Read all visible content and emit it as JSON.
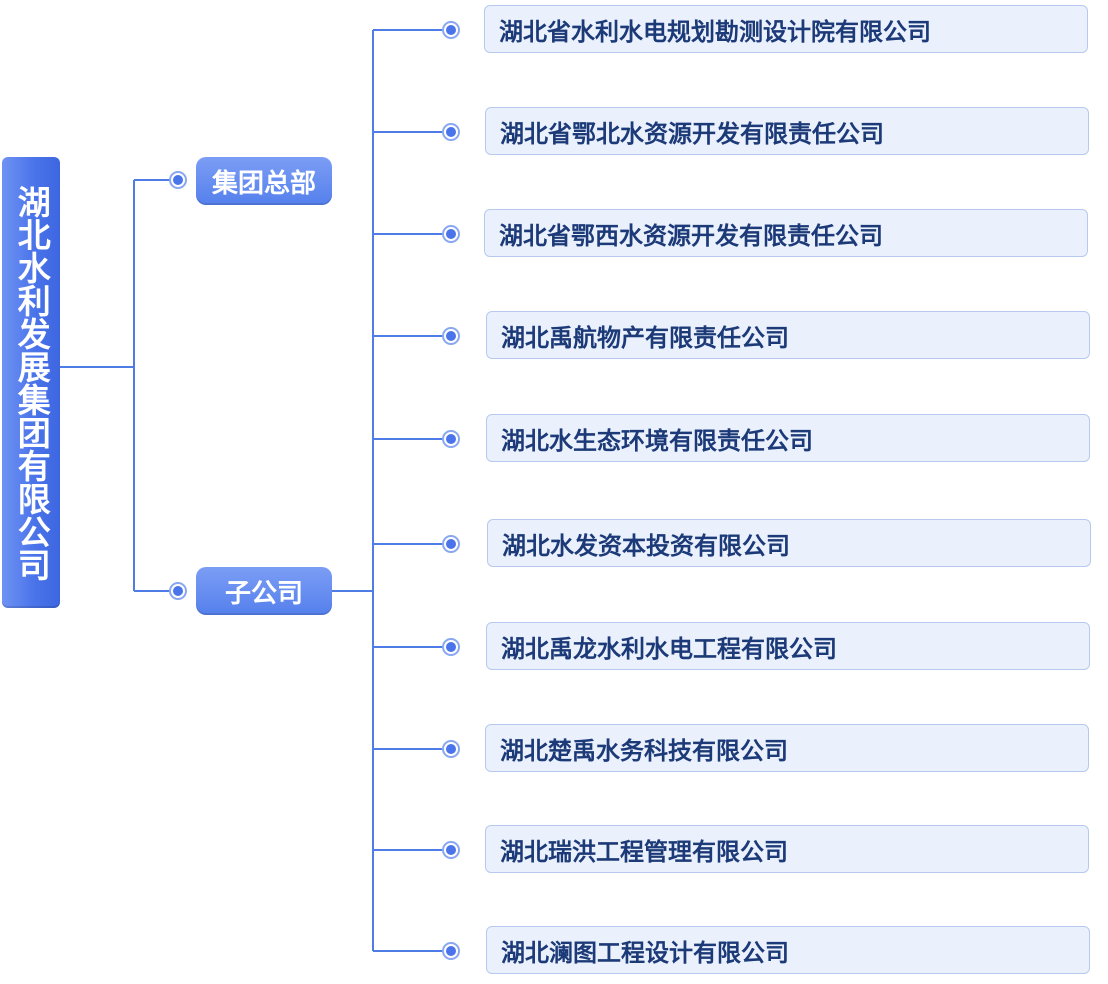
{
  "root": {
    "label": "湖北水利发展集团有限公司"
  },
  "branches": [
    {
      "label": "集团总部"
    },
    {
      "label": "子公司"
    }
  ],
  "subsidiaries": [
    "湖北省水利水电规划勘测设计院有限公司",
    "湖北省鄂北水资源开发有限责任公司",
    "湖北省鄂西水资源开发有限责任公司",
    "湖北禹航物产有限责任公司",
    "湖北水生态环境有限责任公司",
    "湖北水发资本投资有限公司",
    "湖北禹龙水利水电工程有限公司",
    "湖北楚禹水务科技有限公司",
    "湖北瑞洪工程管理有限公司",
    "湖北澜图工程设计有限公司"
  ],
  "colors": {
    "line": "#4f7de8",
    "node_fill": "#4a74ea",
    "leaf_bg": "#eaf1fd",
    "leaf_text": "#1d3a78"
  }
}
